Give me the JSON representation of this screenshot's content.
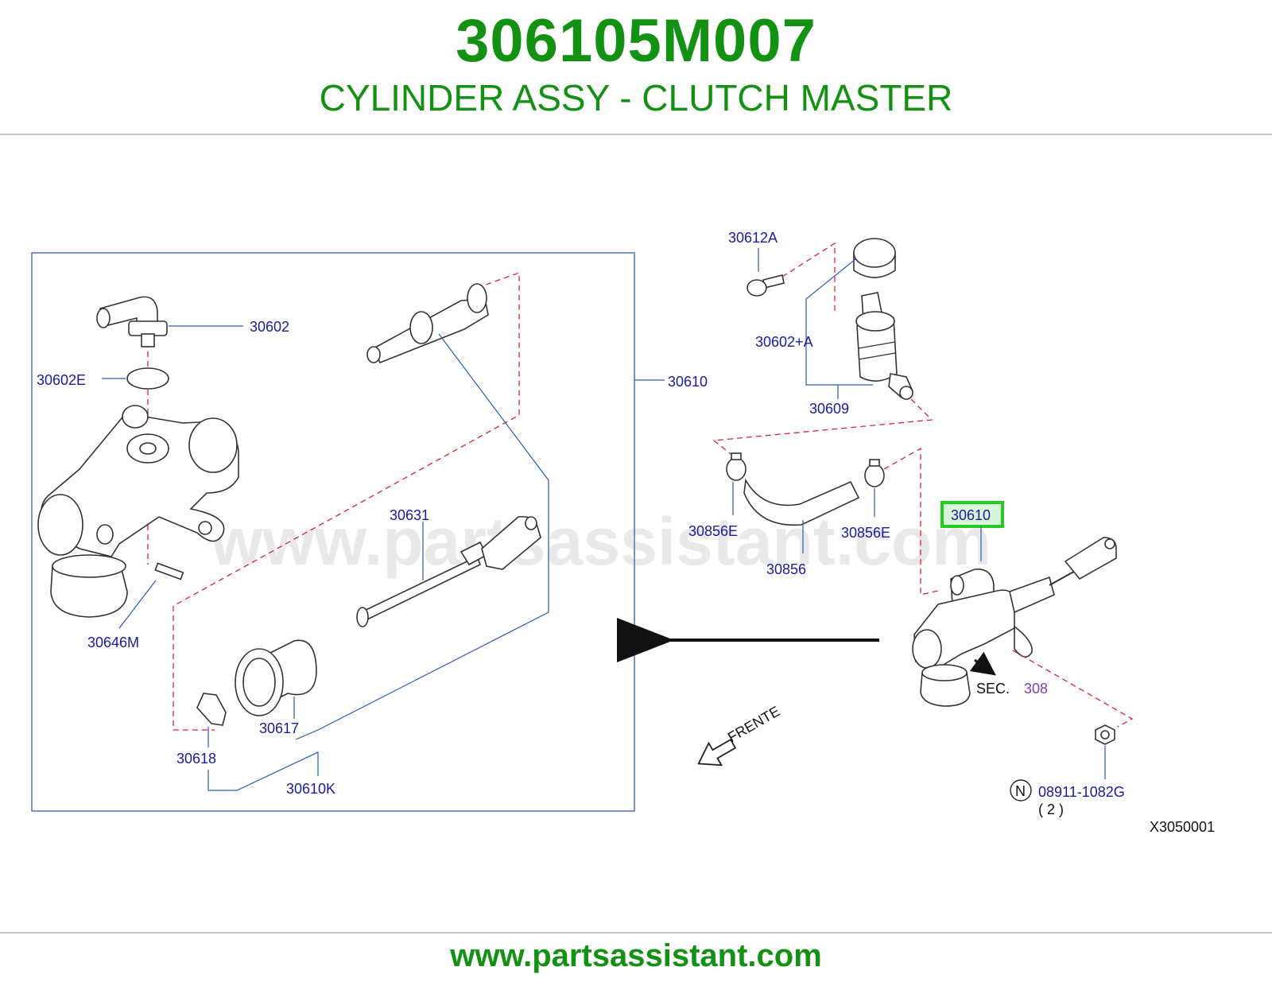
{
  "header": {
    "part_number": "306105M007",
    "description": "CYLINDER ASSY - CLUTCH MASTER"
  },
  "footer": {
    "url": "www.partsassistant.com"
  },
  "watermark": "www.partsassistant.com",
  "diagram_code": "X3050001",
  "front_label": "FRENTE",
  "section_ref": {
    "prefix": "SEC.",
    "number": "308"
  },
  "note_marker": "N",
  "note_qty": "( 2 )",
  "highlighted_part": "30610",
  "colors": {
    "brand_green": "#139113",
    "label_blue": "#1a1aa6",
    "highlight": "#22cc22",
    "dash_red": "#dd2233"
  },
  "callouts": {
    "c30602": "30602",
    "c30602E": "30602E",
    "c30610_left": "30610",
    "c30631": "30631",
    "c30646M": "30646M",
    "c30617": "30617",
    "c30618": "30618",
    "c30610K": "30610K",
    "c30612A": "30612A",
    "c30602A": "30602+A",
    "c30609": "30609",
    "c30856E_left": "30856E",
    "c30856E_right": "30856E",
    "c30856": "30856",
    "c30610_right": "30610",
    "c08911": "08911-1082G"
  }
}
